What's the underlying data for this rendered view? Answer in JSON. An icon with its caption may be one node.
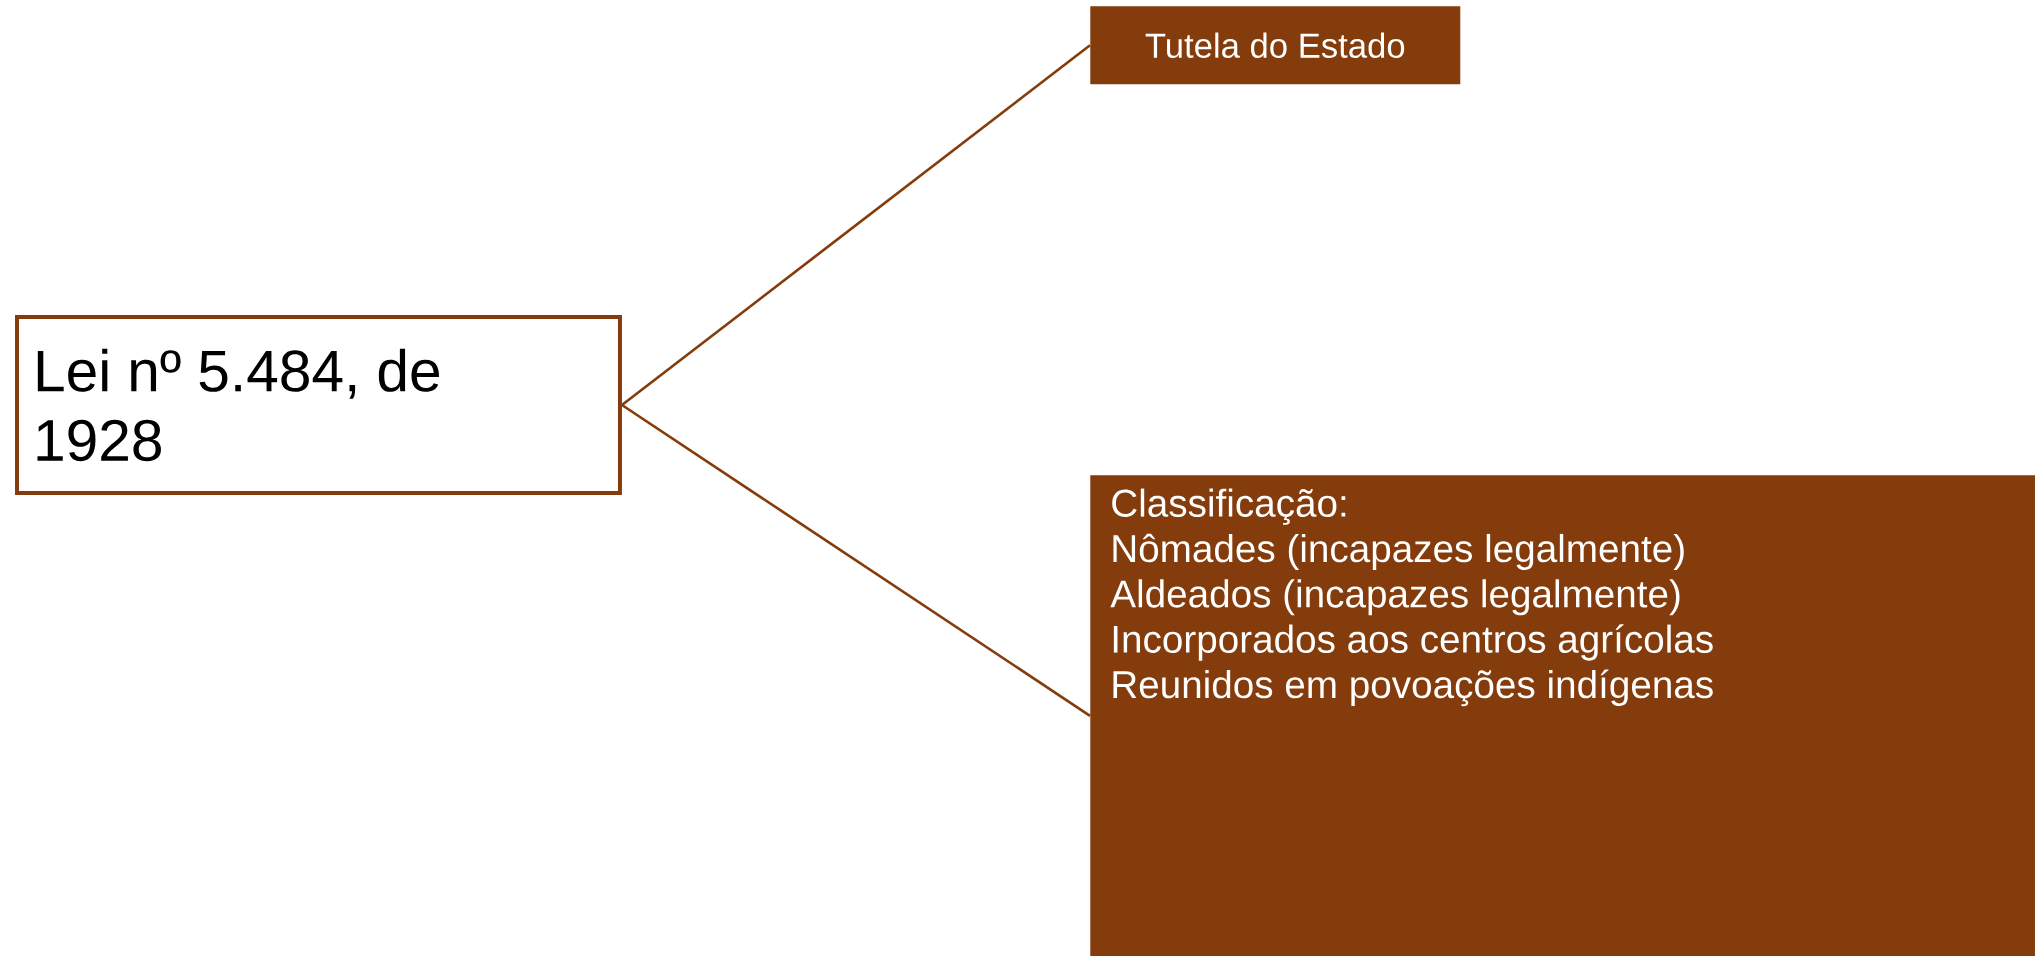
{
  "diagram": {
    "nodes": [
      {
        "text": [
          "Lei nº 5.484, de 1928"
        ]
      },
      {
        "text": [
          "Tutela do Estado"
        ]
      },
      {
        "text": [
          "Classificação:",
          "Nômades (incapazes legalmente)",
          "Aldeados (incapazes legalmente)",
          "Incorporados aos centros agrícolas",
          "Reunidos em povoações indígenas"
        ]
      }
    ],
    "edges": [
      {
        "from": 0,
        "to": 1,
        "arrow": "none"
      },
      {
        "from": 0,
        "to": 2,
        "arrow": "none"
      }
    ]
  }
}
